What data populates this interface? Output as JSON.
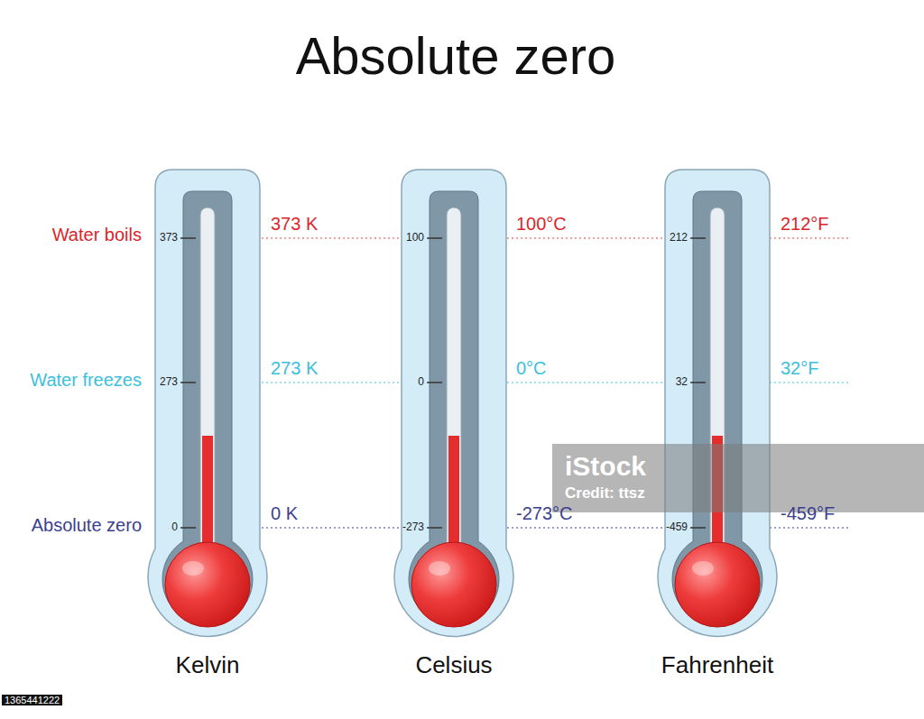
{
  "diagram": {
    "title": "Absolute zero",
    "nodes": [
      {
        "text": [
          "373",
          "273",
          "0",
          "Kelvin"
        ]
      },
      {
        "text": [
          "100",
          "0",
          "-273",
          "Celsius"
        ]
      },
      {
        "text": [
          "212",
          "32",
          "-459",
          "Fahrenheit"
        ]
      }
    ],
    "labels": [
      "Water boils",
      "373 K",
      "100°C",
      "212°F",
      "Water freezes",
      "273 K",
      "0°C",
      "32°F",
      "Absolute zero",
      "0 K",
      "-273°C",
      "-459°F",
      "iStock",
      "Credit: ttsz",
      "1365441222"
    ]
  }
}
